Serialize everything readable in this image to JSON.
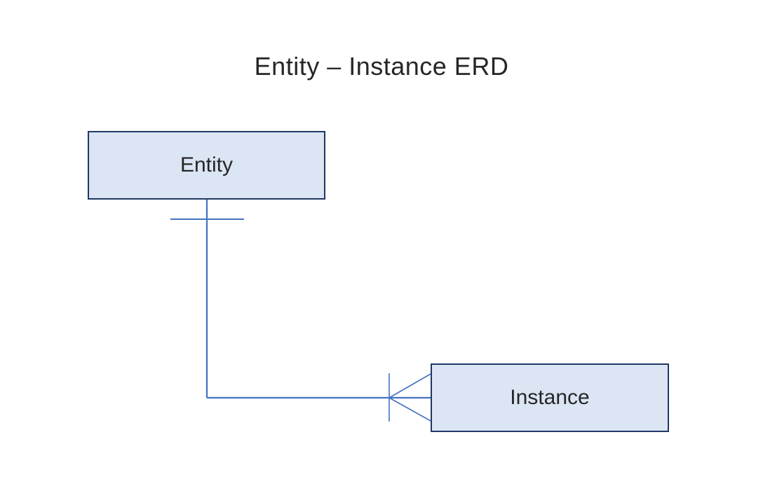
{
  "title": "Entity – Instance ERD",
  "diagram": {
    "type": "entity-relationship-diagram",
    "entities": [
      {
        "id": "entity",
        "label": "Entity"
      },
      {
        "id": "instance",
        "label": "Instance"
      }
    ],
    "relationships": [
      {
        "from": "Entity",
        "to": "Instance",
        "from_cardinality": "one",
        "to_cardinality": "many",
        "from_marker": "single-tick",
        "to_marker": "crow-foot"
      }
    ],
    "colors": {
      "background": "#ffffff",
      "box_fill": "#dbe5f3",
      "box_border": "#1f3864",
      "connector": "#4472c4",
      "title_text": "#262626",
      "label_text": "#262626"
    }
  }
}
